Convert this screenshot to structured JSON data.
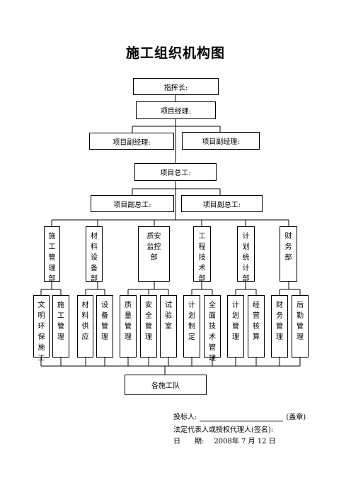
{
  "title": "施工组织机构图",
  "nodes": {
    "commander": "指挥长:",
    "pm": "项目经理:",
    "deputy_pm_left": "项目副经理:",
    "deputy_pm_right": "项目副经理:",
    "chief_engineer": "项目总工:",
    "deputy_chief_left": "项目副总工:",
    "deputy_chief_right": "项目副总工:",
    "teams": "各施工队"
  },
  "departments": [
    "施工管理部",
    "材料设备部",
    "质安监控部",
    "工程技术部",
    "计划统计部",
    "财务部"
  ],
  "sub_units": [
    "文明环保施工",
    "施工管理",
    "材料供应",
    "设备管理",
    "质量管理",
    "安全管理",
    "试验室",
    "计划制定",
    "全面技术管理",
    "计划管理",
    "经营核算",
    "财务管理",
    "后勤管理"
  ],
  "signature": {
    "bidder_label": "投标人:",
    "seal": "(盖章)",
    "rep_line": "法定代表人或授权代理人(签名):",
    "date_label": "日　　期:",
    "date_value": "2008年  7  月  12  日"
  }
}
